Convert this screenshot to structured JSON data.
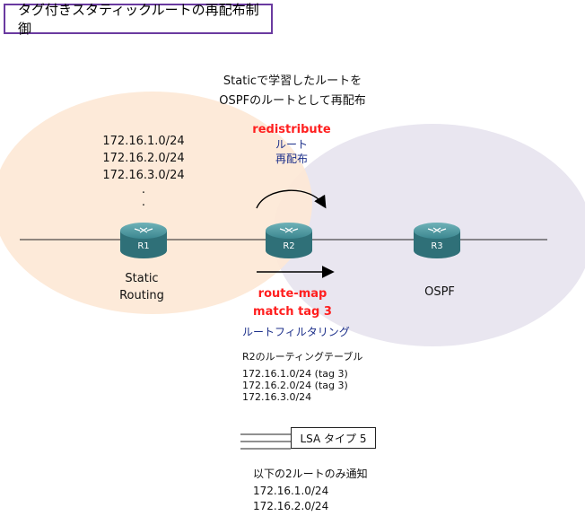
{
  "title": "タグ付きスタティックルートの再配布制御",
  "header_note": [
    "Staticで学習したルートを",
    "OSPFのルートとして再配布"
  ],
  "static_routes": [
    "172.16.1.0/24",
    "172.16.2.0/24",
    "172.16.3.0/24",
    ".",
    "."
  ],
  "redistribute": {
    "command": "redistribute",
    "label1": "ルート",
    "label2": "再配布"
  },
  "routers": {
    "r1": "R1",
    "r2": "R2",
    "r3": "R3"
  },
  "left_domain": [
    "Static",
    "Routing"
  ],
  "right_domain": "OSPF",
  "route_map": {
    "line1": "route-map",
    "line2": "match tag 3",
    "caption": "ルートフィルタリング"
  },
  "routing_table": {
    "title": "R2のルーティングテーブル",
    "rows": [
      "172.16.1.0/24 (tag 3)",
      "172.16.2.0/24 (tag 3)",
      "172.16.3.0/24"
    ]
  },
  "lsa": "LSA タイプ 5",
  "notify": {
    "title": "以下の2ルートのみ通知",
    "rows": [
      "172.16.1.0/24",
      "172.16.2.0/24"
    ]
  },
  "colors": {
    "left_area": "#fde8d6",
    "right_area": "#e9e6f0",
    "router": "#3f8a92",
    "title_border": "#6a3aa0",
    "red": "#ff1f1f",
    "blue": "#1c2f8a"
  }
}
